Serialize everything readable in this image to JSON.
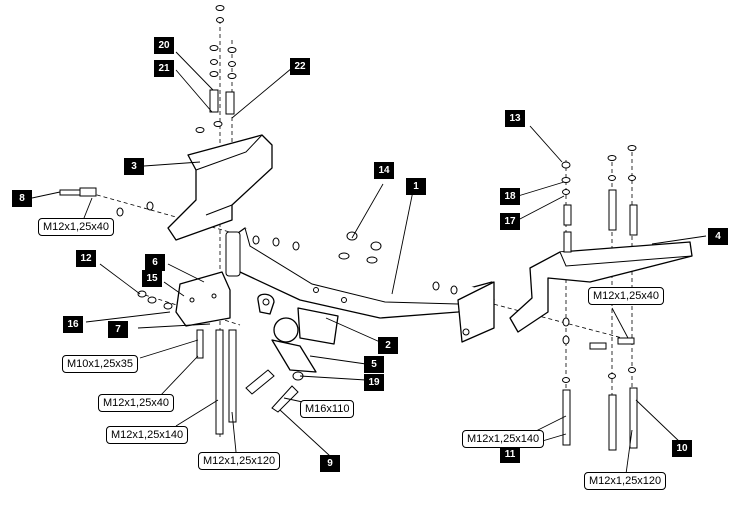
{
  "callouts": [
    "1",
    "2",
    "3",
    "4",
    "5",
    "6",
    "7",
    "8",
    "9",
    "10",
    "11",
    "12",
    "13",
    "14",
    "15",
    "16",
    "17",
    "18",
    "19",
    "20",
    "21",
    "22"
  ],
  "bolt_labels": {
    "m12x40_left": "M12x1,25x40",
    "m12x40_mid": "M12x1,25x40",
    "m12x40_right": "M12x1,25x40",
    "m10x35": "M10x1,25x35",
    "m12x140_left": "M12x1,25x140",
    "m12x120_left": "M12x1,25x120",
    "m16x110": "M16x110",
    "m12x140_right": "M12x1,25x140",
    "m12x120_right": "M12x1,25x120"
  }
}
